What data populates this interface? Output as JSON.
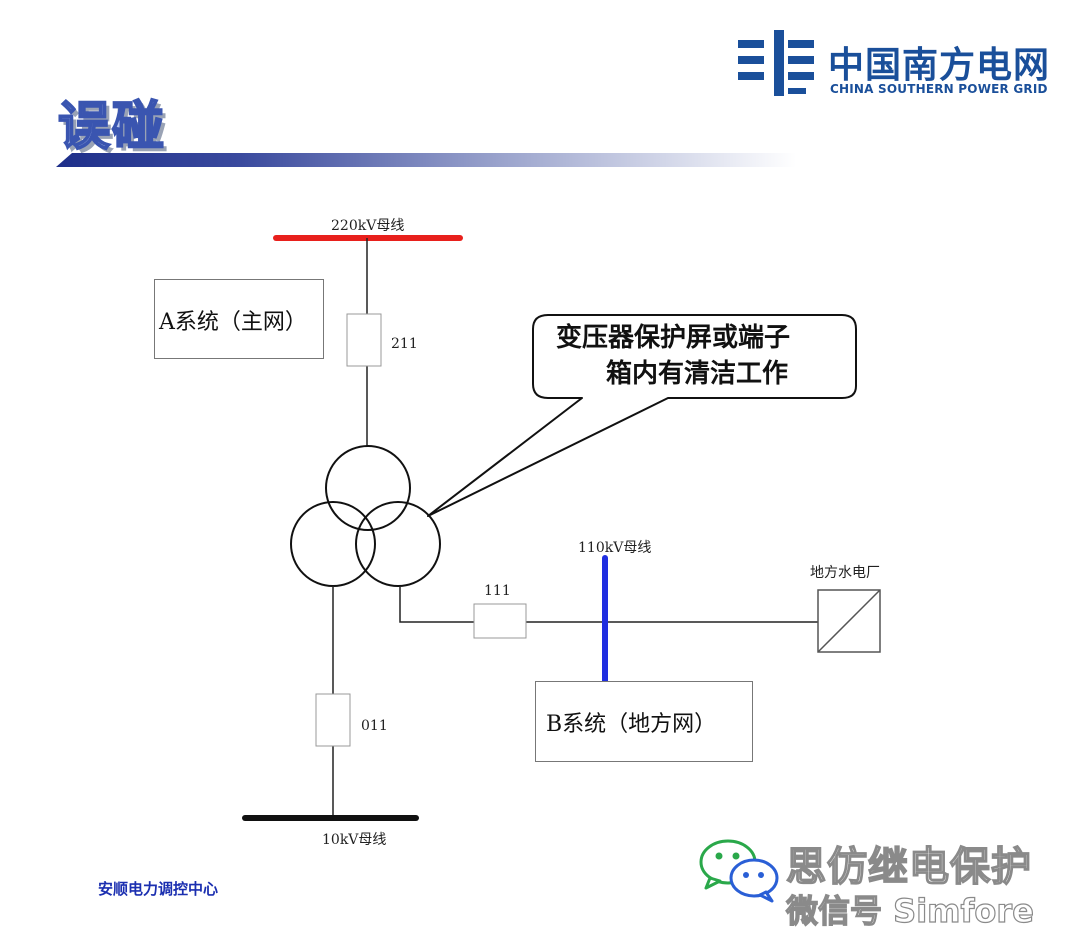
{
  "header": {
    "title": "误碰",
    "logo_cn": "中国南方电网",
    "logo_en": "CHINA SOUTHERN POWER GRID"
  },
  "diagram": {
    "bus_220": "220kV母线",
    "bus_110": "110kV母线",
    "bus_10": "10kV母线",
    "breaker_211": "211",
    "breaker_111": "111",
    "breaker_011": "011",
    "system_a": "A系统（主网）",
    "system_b": "B系统（地方网）",
    "local_plant": "地方水电厂",
    "callout_line1": "变压器保护屏或端子",
    "callout_line2": "箱内有清洁工作"
  },
  "colors": {
    "bus_220": "#e8201c",
    "bus_110": "#1f2ee0",
    "bus_10": "#111111",
    "title_blue": "#3a55b0",
    "footer_blue": "#1b2fb0"
  },
  "footer": {
    "org": "安顺电力调控中心"
  },
  "watermark": {
    "title": "思仿继电保护",
    "subtitle": "微信号 Simfore"
  }
}
